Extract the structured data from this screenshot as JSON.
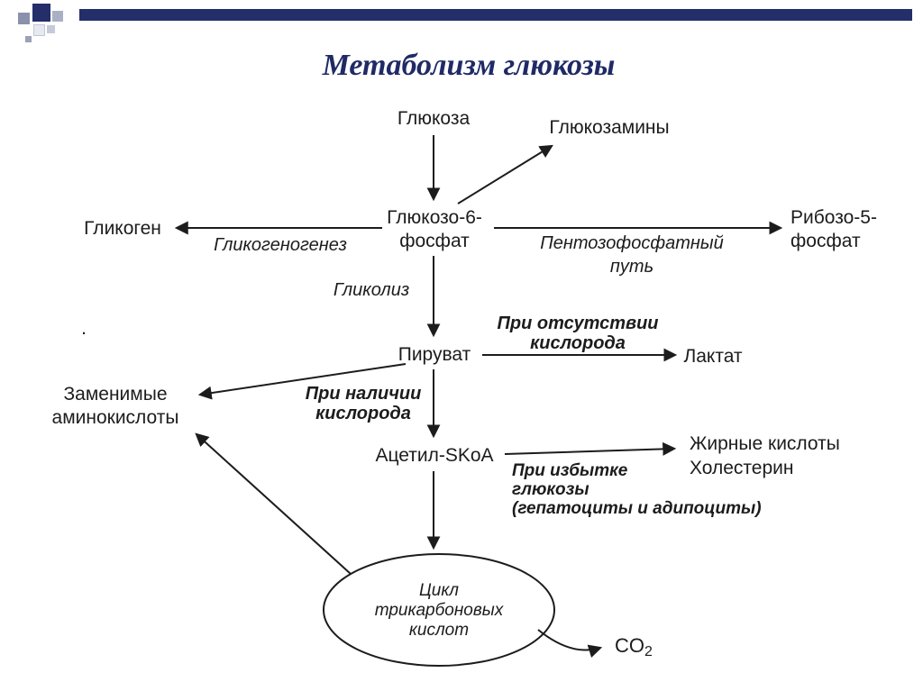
{
  "title": "Метаболизм глюкозы",
  "colors": {
    "header_bar": "#232e6a",
    "title_text": "#1f2a66",
    "diagram_ink": "#1c1c1c"
  },
  "nodes": {
    "glucose": "Глюкоза",
    "glucosamines": "Глюкозамины",
    "g6p": [
      "Глюкозо-6-",
      "фосфат"
    ],
    "glycogen": "Гликоген",
    "r5p": [
      "Рибозо-5-",
      "фосфат"
    ],
    "pyruvate": "Пируват",
    "lactate": "Лактат",
    "amino": [
      "Заменимые",
      "аминокислоты"
    ],
    "acetyl": "Ацетил-SKoA",
    "fats": [
      "Жирные кислоты",
      "Холестерин"
    ],
    "tca": [
      "Цикл",
      "трикарбоновых",
      "кислот"
    ],
    "co2": [
      "CO",
      "2"
    ],
    "stray_dot": "."
  },
  "labels": {
    "glycogenogenesis": "Гликогеногенез",
    "pentose": [
      "Пентозофосфатный",
      "путь"
    ],
    "glycolysis": "Гликолиз",
    "no_oxygen": [
      "При отсутствии",
      "кислорода"
    ],
    "with_oxygen": [
      "При наличии",
      "кислорода"
    ],
    "excess": [
      "При избытке",
      "глюкозы",
      "(гепатоциты и адипоциты)"
    ]
  }
}
